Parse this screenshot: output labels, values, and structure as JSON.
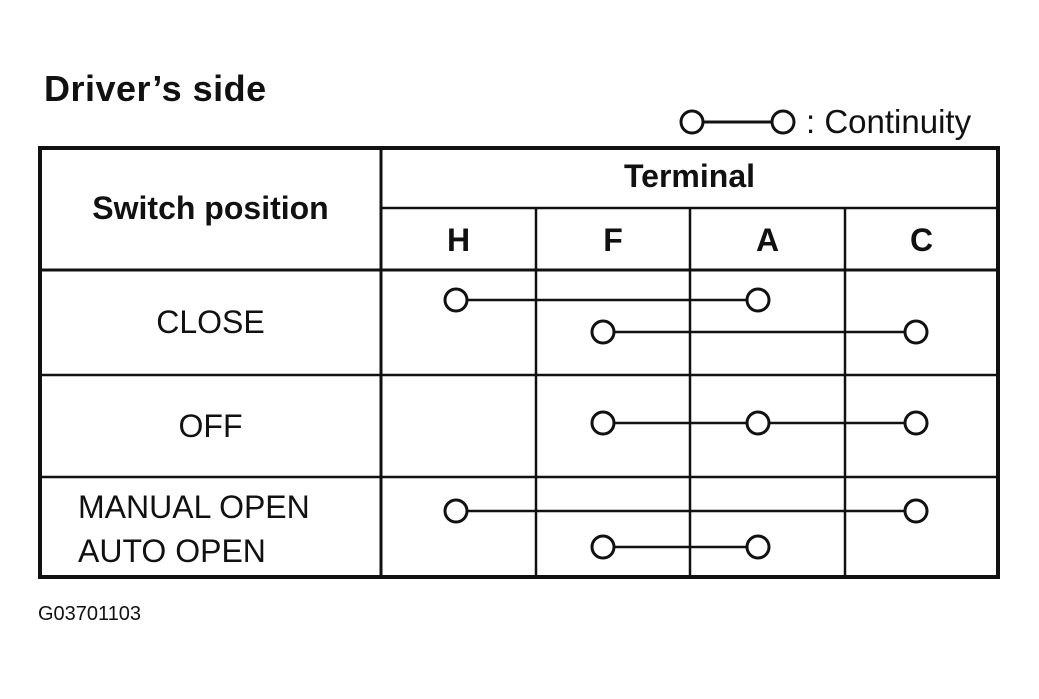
{
  "title": "Driver’s side",
  "legend": {
    "label": ": Continuity"
  },
  "table": {
    "row_header": "Switch position",
    "terminal_header": "Terminal",
    "terminals": [
      "H",
      "F",
      "A",
      "C"
    ],
    "rows": [
      {
        "position": "CLOSE",
        "connections": [
          [
            "H",
            "A"
          ],
          [
            "F",
            "C"
          ]
        ]
      },
      {
        "position": "OFF",
        "connections": [
          [
            "F",
            "A",
            "C"
          ]
        ]
      },
      {
        "position_lines": [
          "MANUAL OPEN",
          "AUTO OPEN"
        ],
        "connections": [
          [
            "H",
            "C"
          ],
          [
            "F",
            "A"
          ]
        ]
      }
    ]
  },
  "figure_code": "G03701103"
}
